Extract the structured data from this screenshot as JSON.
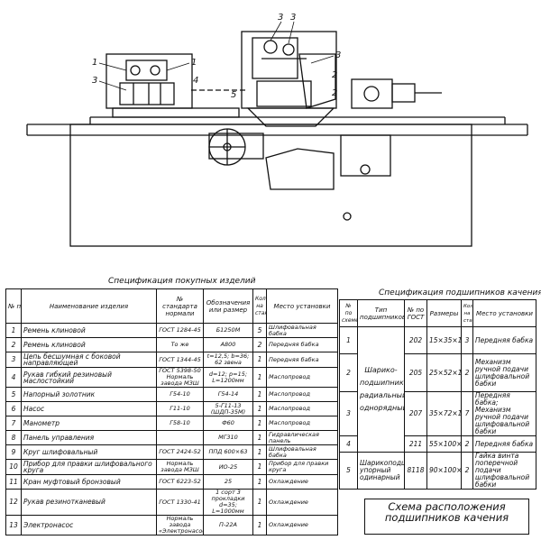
{
  "drawing": {
    "callouts": [
      "1",
      "1",
      "3",
      "3",
      "3",
      "3",
      "4",
      "5",
      "2",
      "2"
    ]
  },
  "purchased": {
    "caption": "Спецификация покупных изделий",
    "headers": [
      "№ по пор.",
      "Наименование изделия",
      "№ стандарта нормали",
      "Обозначения или размер",
      "Кол. на станок",
      "Место установки"
    ],
    "rows": [
      [
        "1",
        "Ремень клиновой",
        "ГОСТ 1284-45",
        "Б1250М",
        "5",
        "Шлифовальная бабка"
      ],
      [
        "2",
        "Ремень клиновой",
        "То же",
        "А800",
        "2",
        "Передняя бабка"
      ],
      [
        "3",
        "Цепь бесшумная с боковой направляющей",
        "ГОСТ 1344-45",
        "t=12,5; b=36; 62 звена",
        "1",
        "Передняя бабка"
      ],
      [
        "4",
        "Рукав гибкий резиновый маслостойкий",
        "ГОСТ 5398-50 Нормаль завода МЗШ",
        "d=12; p=15; L=1200мм",
        "1",
        "Маслопровод"
      ],
      [
        "5",
        "Напорный золотник",
        "Г54-10",
        "Г54-14",
        "1",
        "Маслопровод"
      ],
      [
        "6",
        "Насос",
        "Г11-10",
        "5-Г11-13 (ШДП-35М)",
        "1",
        "Маслопровод"
      ],
      [
        "7",
        "Манометр",
        "Г58-10",
        "Ф60",
        "1",
        "Маслопровод"
      ],
      [
        "8",
        "Панель управления",
        "",
        "МГ310",
        "1",
        "Гидравлическая панель"
      ],
      [
        "9",
        "Круг шлифовальный",
        "ГОСТ 2424-52",
        "ППД 600×63",
        "1",
        "Шлифовальная бабка"
      ],
      [
        "10",
        "Прибор для правки шлифовального круга",
        "Нормаль завода МЗШ",
        "ИО-25",
        "1",
        "Прибор для правки круга"
      ],
      [
        "11",
        "Кран муфтовый бронзовый",
        "ГОСТ 6223-52",
        "25",
        "1",
        "Охлаждение"
      ],
      [
        "12",
        "Рукав резинотканевый",
        "ГОСТ 1330-41",
        "1 сорт 3 прокладки d=35; L=1000мм",
        "1",
        "Охлаждение"
      ],
      [
        "13",
        "Электронасос",
        "Нормаль завода «Электронасос»",
        "П-22А",
        "1",
        "Охлаждение"
      ]
    ]
  },
  "bearings": {
    "caption": "Спецификация подшипников качения",
    "headers": [
      "№ по схеме",
      "Тип подшипников",
      "№ по ГОСТ",
      "Размеры",
      "Кол. на станок",
      "Место установки"
    ],
    "type_group_label": "Шарико-подшипник радиальный однорядный",
    "rows": [
      [
        "1",
        "202",
        "15×35×11",
        "3",
        "Передняя бабка"
      ],
      [
        "2",
        "205",
        "25×52×15",
        "2",
        "Механизм ручной подачи шлифовальной бабки"
      ],
      [
        "3",
        "207",
        "35×72×17",
        "7",
        "Передняя бабка; Механизм ручной подачи шлифовальной бабки"
      ],
      [
        "4",
        "211",
        "55×100×21",
        "2",
        "Передняя бабка"
      ]
    ],
    "row5": [
      "5",
      "Шарикоподшипник упорный одинарный",
      "8118",
      "90×100×22",
      "2",
      "Гайка винта поперечной подачи шлифовальной бабки"
    ]
  },
  "title_block": {
    "text": "Схема расположения подшипников качения"
  }
}
